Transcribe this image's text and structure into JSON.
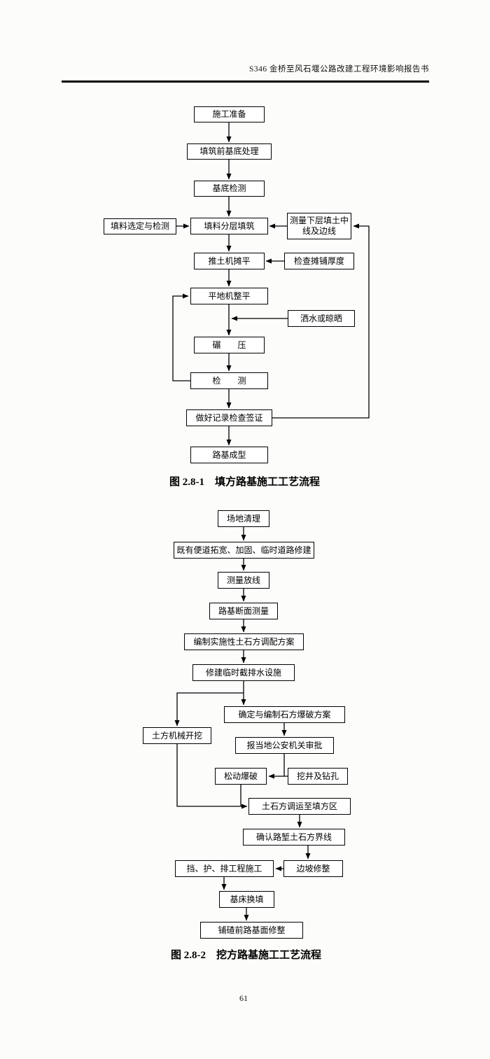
{
  "page": {
    "header": "S346 金桥至风石堰公路改建工程环境影响报告书",
    "page_number": "61"
  },
  "flow1": {
    "caption": "图 2.8-1　填方路基施工工艺流程",
    "nodes": {
      "n1": "施工准备",
      "n2": "填筑前基底处理",
      "n3": "基底检测",
      "n4": "填料分层填筑",
      "n4l": "填料选定与检测",
      "n4r": "测量下层填土中线及边线",
      "n5": "推土机摊平",
      "n5r": "检查摊铺厚度",
      "n6": "平地机整平",
      "n6r": "洒水或晾晒",
      "n7": "碾　　压",
      "n8": "检　　测",
      "n9": "做好记录检查签证",
      "n10": "路基成型"
    }
  },
  "flow2": {
    "caption": "图 2.8-2　挖方路基施工工艺流程",
    "nodes": {
      "m1": "场地清理",
      "m2": "既有便道拓宽、加固、临时道路修建",
      "m3": "测量放线",
      "m4": "路基断面测量",
      "m5": "编制实施性土石方调配方案",
      "m6": "修建临时截排水设施",
      "m7l": "土方机械开挖",
      "m7r": "确定与编制石方爆破方案",
      "m8": "报当地公安机关审批",
      "m9a": "松动爆破",
      "m9b": "挖井及钻孔",
      "m10": "土石方调运至填方区",
      "m11": "确认路堑土石方界线",
      "m12": "边坡修整",
      "m12l": "挡、护、排工程施工",
      "m13": "基床换填",
      "m14": "铺碴前路基面修整"
    }
  }
}
